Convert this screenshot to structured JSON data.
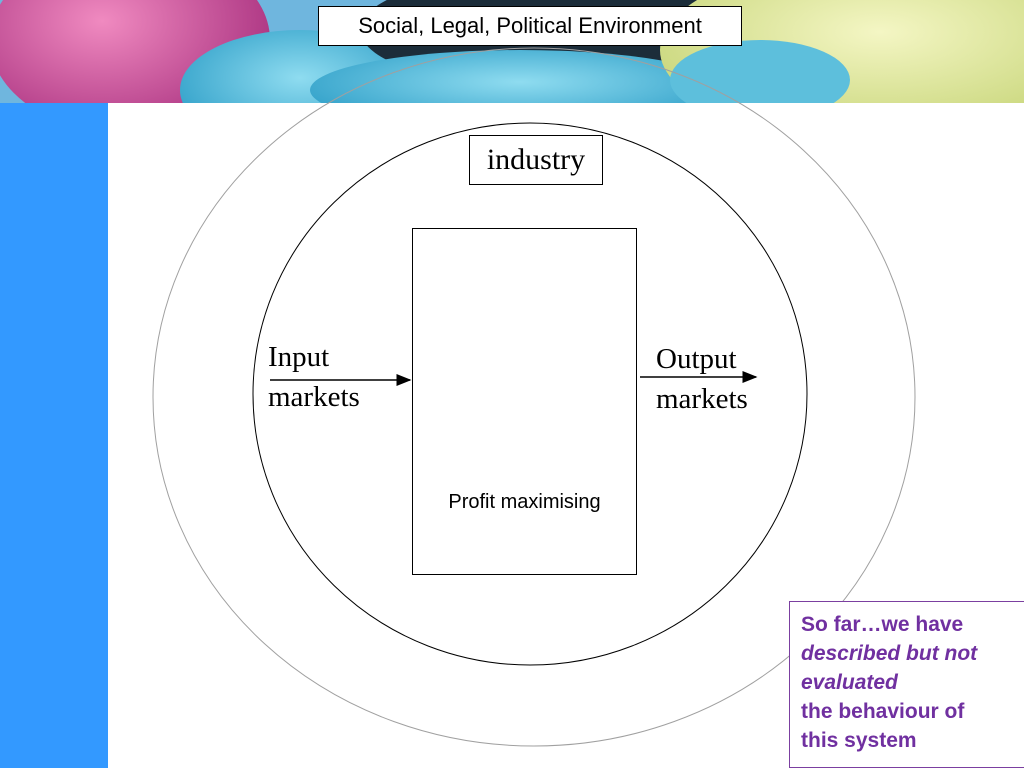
{
  "diagram": {
    "environment_label": "Social, Legal, Political Environment",
    "industry_label": "industry",
    "firm_label": "Profit maximising",
    "input_label_line1": "Input",
    "input_label_line2": "markets",
    "output_label_line1": "Output",
    "output_label_line2": "markets"
  },
  "note": {
    "line1": "So far…we have",
    "line2": "described but not",
    "line3": "evaluated",
    "line4": "the behaviour of",
    "line5": "this system"
  },
  "colors": {
    "side_bar": "#3399ff",
    "note_text": "#7030a0"
  }
}
